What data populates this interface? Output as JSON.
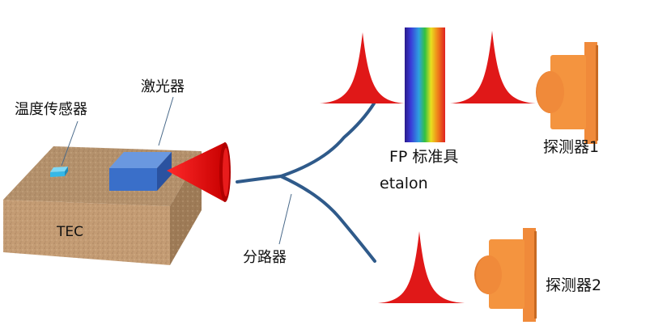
{
  "labels": {
    "temp_sensor": "温度传感器",
    "laser": "激光器",
    "tec": "TEC",
    "splitter": "分路器",
    "fp_line1": "FP 标准具",
    "fp_line2": "etalon",
    "detector1": "探测器1",
    "detector2": "探测器2"
  },
  "colors": {
    "tec_top": "#b4916c",
    "tec_front": "#c49c74",
    "tec_side": "#9e7b57",
    "laser_body": "#3a6fc9",
    "sensor": "#35b8e8",
    "beam": "#e01818",
    "fiber": "#2f5a8a",
    "detector": "#f08a3a",
    "detector_dark": "#d4702a"
  }
}
